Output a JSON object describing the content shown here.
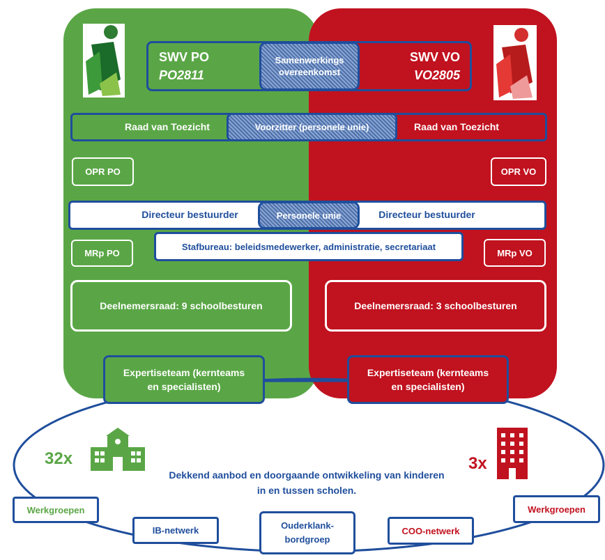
{
  "swv_po": {
    "title": "SWV PO",
    "code": "PO2811"
  },
  "swv_vo": {
    "title": "SWV VO",
    "code": "VO2805"
  },
  "samenwerking": {
    "line1": "Samenwerkings",
    "line2": "overeenkomst"
  },
  "raad": {
    "left": "Raad van Toezicht",
    "center": "Voorzitter (personele unie)",
    "right": "Raad van Toezicht"
  },
  "opr": {
    "po": "OPR PO",
    "vo": "OPR VO"
  },
  "directeur": {
    "left": "Directeur bestuurder",
    "center": "Personele unie",
    "right": "Directeur bestuurder"
  },
  "mrp": {
    "po": "MRp PO",
    "vo": "MRp VO"
  },
  "stafbureau": "Stafbureau: beleidsmedewerker, administratie, secretariaat",
  "deelnemersraad": {
    "po": "Deelnemersraad: 9 schoolbesturen",
    "vo": "Deelnemersraad: 3 schoolbesturen"
  },
  "expertiseteam": {
    "line1": "Expertiseteam (kernteams",
    "line2": "en specialisten)"
  },
  "count": {
    "po": "32x",
    "vo": "3x"
  },
  "center_text": {
    "line1": "Dekkend aanbod en doorgaande ontwikkeling van kinderen",
    "line2": "in en tussen scholen."
  },
  "network": {
    "werkgroepen_po": "Werkgroepen",
    "ib": "IB-netwerk",
    "ouder_line1": "Ouderklank-",
    "ouder_line2": "bordgroep",
    "coo": "COO-netwerk",
    "werkgroepen_vo": "Werkgroepen"
  },
  "colors": {
    "green": "#5aa646",
    "red": "#c1121f",
    "blue": "#1f4e9c"
  },
  "icons": {
    "po": "school-building-icon",
    "vo": "office-building-icon",
    "logo": "person-figure-logo"
  }
}
